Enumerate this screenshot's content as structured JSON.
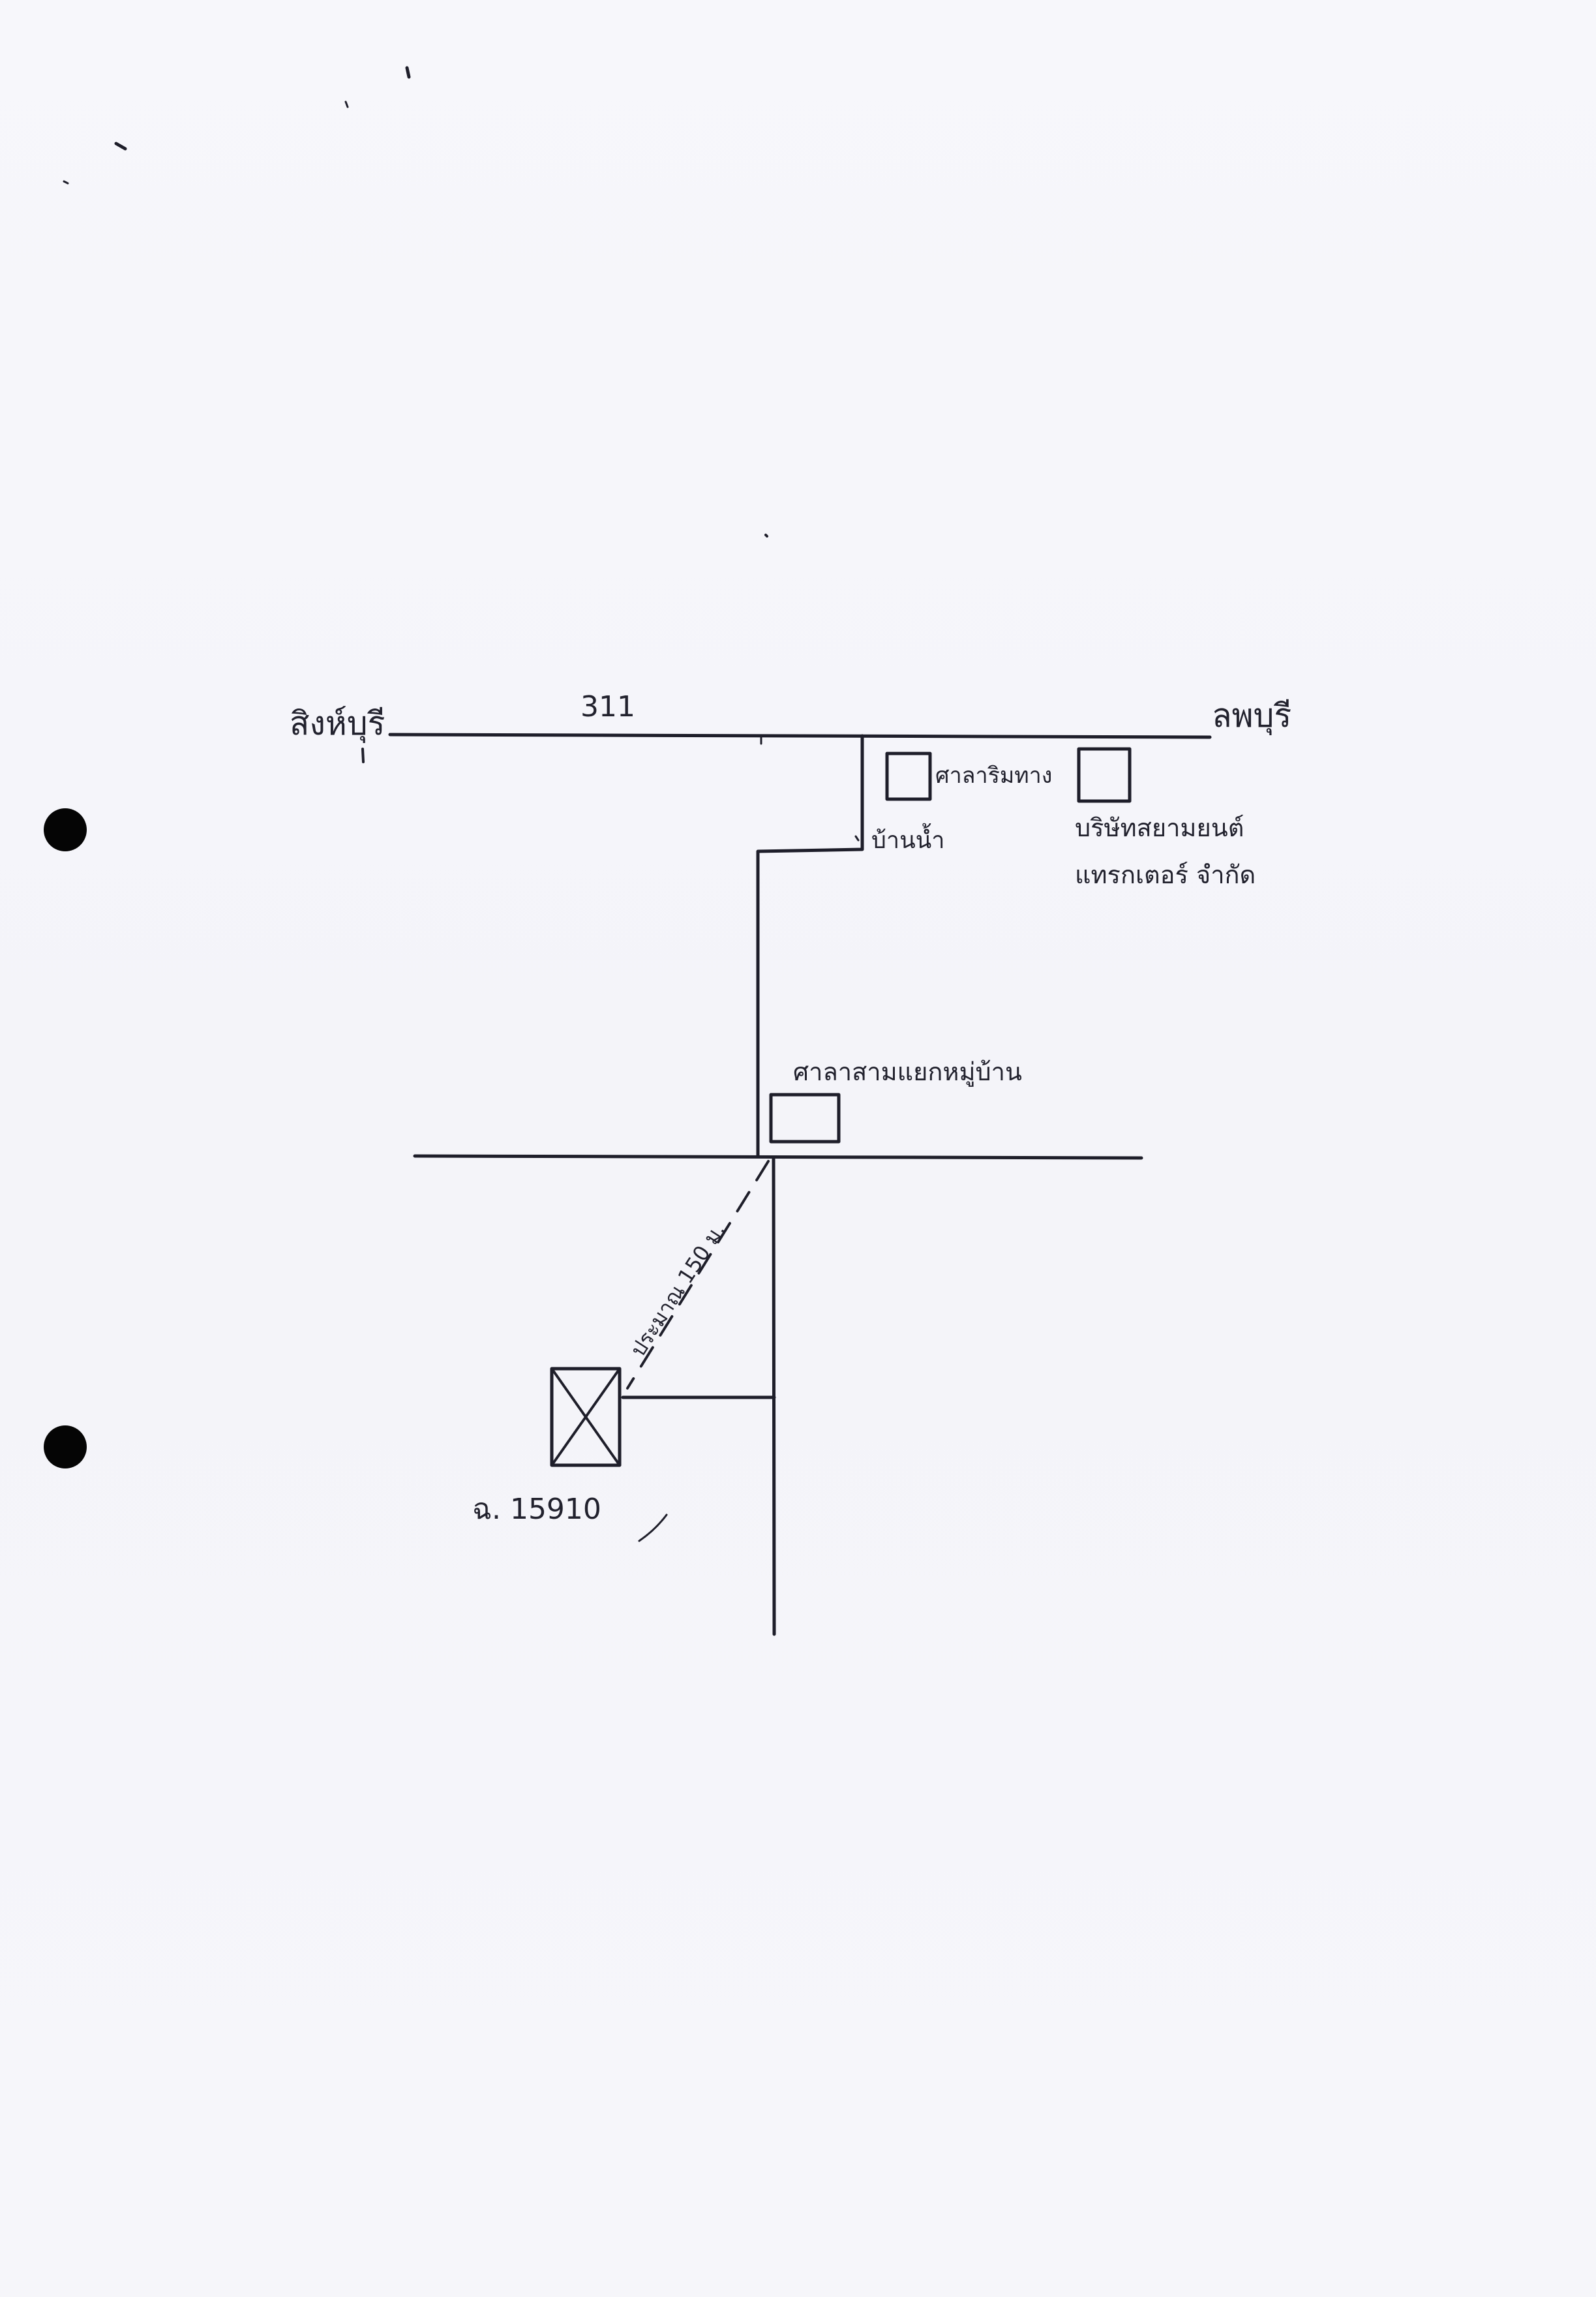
{
  "map": {
    "road_route_number": "311",
    "place_left": "สิงห์บุรี",
    "place_right": "ลพบุรี",
    "landmarks": {
      "clinic_line1": "ศาลาริมทาง",
      "clinic_line2": "บ้านน้ำ",
      "company_line1": "บริษัทสยามยนต์",
      "company_line2": "แทรกเตอร์ จำกัด",
      "village_hall": "ศาลาสามแยกหมู่บ้าน"
    },
    "distance_label": "ประมาณ 150 ม.",
    "parcel_label": "ฉ. 15910"
  }
}
